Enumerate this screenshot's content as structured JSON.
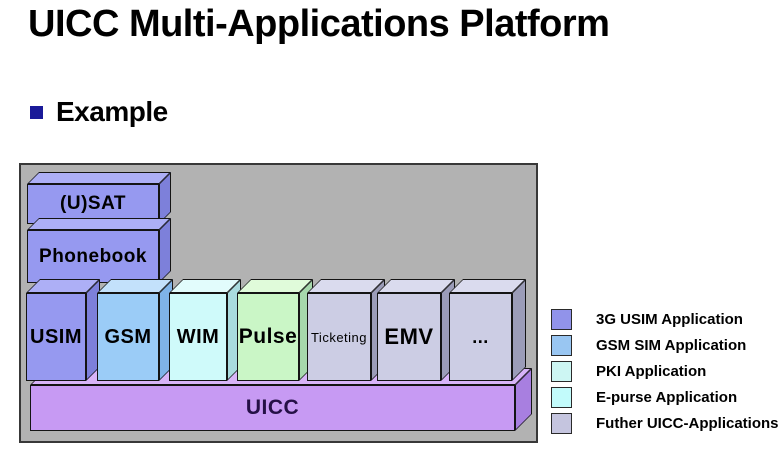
{
  "slide": {
    "title": "UICC Multi-Applications Platform",
    "bullet": "Example",
    "bullet_color": "#1a1a99"
  },
  "diagram": {
    "panel_background": "#b2b2b2",
    "platform_boxes": [
      {
        "label": "(U)SAT",
        "color": "#9699f0"
      },
      {
        "label": "Phonebook",
        "color": "#9699f0"
      }
    ],
    "application_boxes": [
      {
        "label": "USIM",
        "color": "#9699f0"
      },
      {
        "label": "GSM",
        "color": "#9bccf7"
      },
      {
        "label": "WIM",
        "color": "#cffafa"
      },
      {
        "label": "Pulse",
        "color": "#caf6c6"
      },
      {
        "label": "Ticketing",
        "color": "#cccde4"
      },
      {
        "label": "EMV",
        "color": "#cccde4"
      },
      {
        "label": "...",
        "color": "#cccde4"
      }
    ],
    "base_box": {
      "label": "UICC",
      "color": "#c79af3"
    }
  },
  "legend": {
    "items": [
      {
        "label": "3G USIM Application",
        "color": "#9193ea"
      },
      {
        "label": "GSM SIM Application",
        "color": "#99c6f2"
      },
      {
        "label": "PKI Application",
        "color": "#cdf6f3"
      },
      {
        "label": "E-purse Application",
        "color": "#c2fbfb"
      },
      {
        "label": "Futher UICC-Applications",
        "color": "#c5c5df"
      }
    ]
  }
}
